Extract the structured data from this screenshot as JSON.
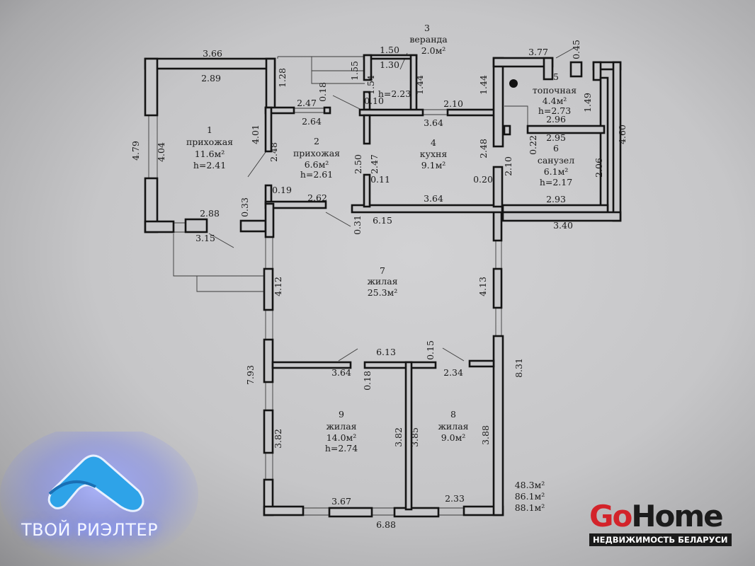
{
  "plan": {
    "labels": [
      "3",
      "веранда",
      "2.0м²",
      "3.66",
      "2.89",
      "1.28",
      "1.50",
      "1.30",
      "1.55",
      "1.54",
      "h=2.23",
      "1.44",
      "0.10",
      "0.18",
      "2.47",
      "2.64",
      "2.10",
      "3.64",
      "1.44",
      "3.77",
      "0.45",
      "5",
      "топочная",
      "4.4м²",
      "h=2.73",
      "1.49",
      "2.96",
      "0.22",
      "2.95",
      "6",
      "санузел",
      "6.1м²",
      "h=2.17",
      "2.06",
      "4.60",
      "2.10",
      "0.20",
      "2.93",
      "3.40",
      "2.48",
      "4",
      "кухня",
      "9.1м²",
      "2.50",
      "2.47",
      "0.11",
      "3.64",
      "6.15",
      "0.31",
      "2.62",
      "0.19",
      "0.33",
      "2",
      "прихожая",
      "6.6м²",
      "h=2.61",
      "2.48",
      "4.01",
      "1",
      "прихожая",
      "11.6м²",
      "h=2.41",
      "4.04",
      "4.79",
      "2.88",
      "3.15",
      "7",
      "жилая",
      "25.3м²",
      "4.12",
      "4.13",
      "6.13",
      "0.15",
      "3.64",
      "2.34",
      "8.31",
      "7.93",
      "0.18",
      "9",
      "жилая",
      "14.0м²",
      "h=2.74",
      "3.82",
      "3.82",
      "3.85",
      "8",
      "жилая",
      "9.0м²",
      "3.88",
      "3.67",
      "2.33",
      "6.88",
      "48.3м²",
      "86.1м²",
      "88.1м²"
    ]
  },
  "logos": {
    "left_text": "ТВОЙ РИЭЛТЕР",
    "right_go": "Go",
    "right_home": "Home",
    "right_sub": "НЕДВИЖИМОСТЬ БЕЛАРУСИ",
    "left_color": "#2ea3e8",
    "right_red": "#d3232a"
  }
}
